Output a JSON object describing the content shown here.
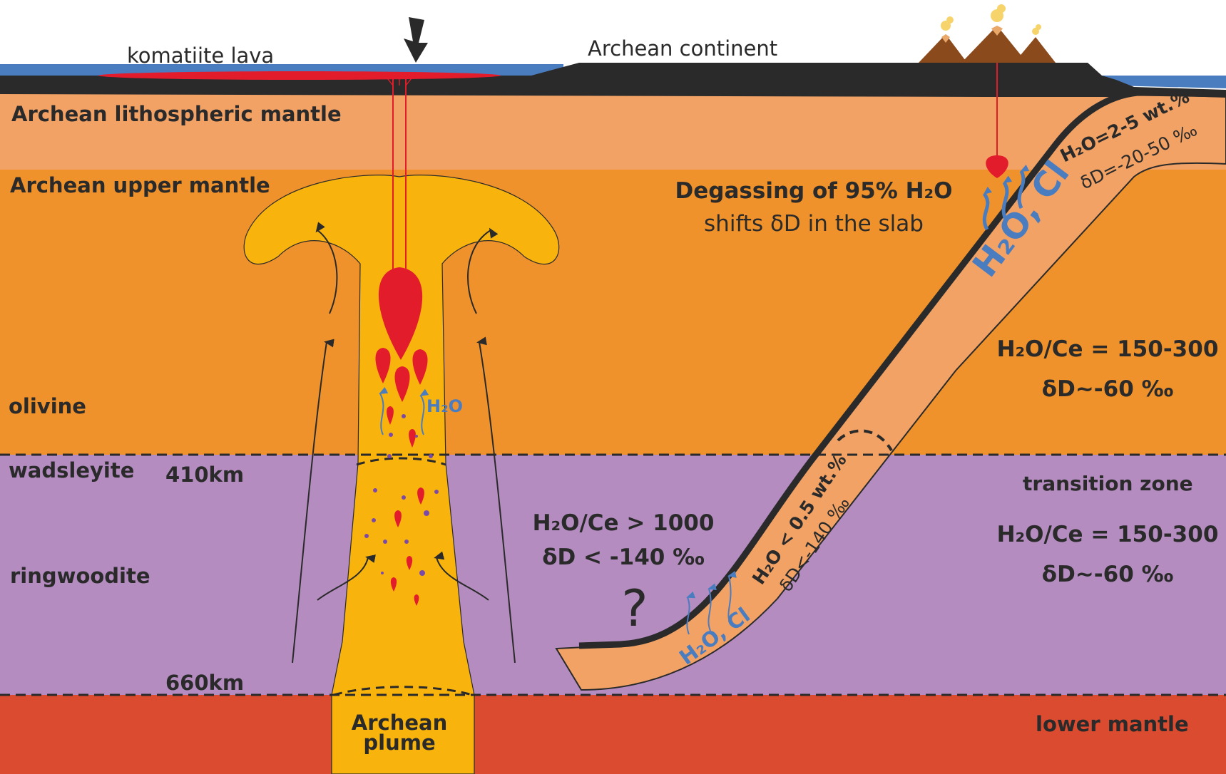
{
  "labels": {
    "komatiite_lava": "komatiite lava",
    "archean_continent": "Archean continent",
    "lithospheric_mantle": "Archean lithospheric mantle",
    "upper_mantle": "Archean upper mantle",
    "olivine": "olivine",
    "wadsleyite": "wadsleyite",
    "ringwoodite": "ringwoodite",
    "depth_410": "410km",
    "depth_660": "660km",
    "plume_line1": "Archean",
    "plume_line2": "plume",
    "lower_mantle": "lower mantle",
    "transition_zone": "transition  zone",
    "degassing_line1": "Degassing of 95% H₂O",
    "degassing_line2": "shifts δD in the slab",
    "upper_ratio": "H₂O/Ce = 150-300",
    "upper_dd": "δD~-60 ‰",
    "tz_ratio": "H₂O/Ce = 150-300",
    "tz_dd": "δD~-60 ‰",
    "deep_ratio": "H₂O/Ce > 1000",
    "deep_dd": "δD < -140 ‰",
    "question": "?",
    "plume_h2o": "H₂O",
    "slab_fluid_upper": "H₂O, Cl",
    "slab_fluid_lower": "H₂O, Cl",
    "slab_top_h2o": "H₂O=2-5 wt.%",
    "slab_top_dd": "δD=-20-50 ‰",
    "slab_deep_h2o": "H₂O < 0.5 wt.%",
    "slab_deep_dd": "δD<-140 ‰"
  },
  "colors": {
    "ocean": "#4a7cc0",
    "crust": "#2a2a2a",
    "lithosphere": "#f2a265",
    "upper_mantle": "#f0922b",
    "transition_zone": "#b48cc0",
    "lower_mantle": "#db4b2f",
    "plume": "#f8b40d",
    "magma": "#e31c2c",
    "slab": "#f2a265",
    "volcano": "#8b4a1c"
  }
}
